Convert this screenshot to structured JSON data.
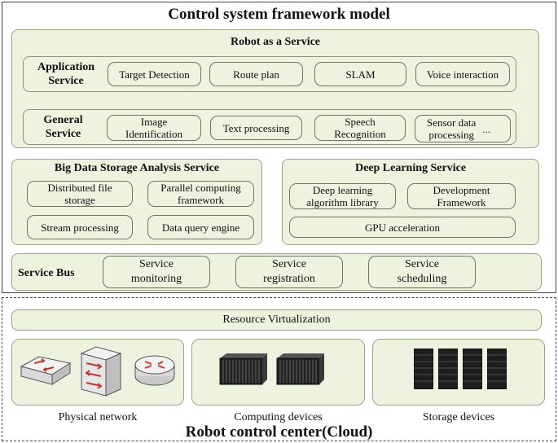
{
  "title": "Control system framework model",
  "robot_service": {
    "title": "Robot as a Service",
    "application": {
      "label": "Application\nService",
      "items": [
        "Target Detection",
        "Route plan",
        "SLAM",
        "Voice interaction"
      ]
    },
    "general": {
      "label": "General\nService",
      "items": [
        "Image\nIdentification",
        "Text processing",
        "Speech\nRecognition",
        "Sensor data\nprocessing"
      ],
      "ellipsis": "..."
    }
  },
  "big_data": {
    "title": "Big Data Storage Analysis Service",
    "items": [
      "Distributed file\nstorage",
      "Parallel computing\nframework",
      "Stream processing",
      "Data query engine"
    ]
  },
  "deep_learning": {
    "title": "Deep Learning  Service",
    "items": [
      "Deep learning\nalgorithm  library",
      "Development\nFramework",
      "GPU acceleration"
    ]
  },
  "service_bus": {
    "label": "Service Bus",
    "items": [
      "Service\nmonitoring",
      "Service\nregistration",
      "Service\nscheduling"
    ]
  },
  "cloud": {
    "title": "Robot control center(Cloud)",
    "resource_virtualization": "Resource Virtualization",
    "devices": [
      {
        "label": "Physical network",
        "icons": [
          "network-switch-icon",
          "layer3-switch-icon",
          "router-icon"
        ]
      },
      {
        "label": "Computing devices",
        "icons": [
          "blade-server-icon",
          "blade-server-icon"
        ]
      },
      {
        "label": "Storage devices",
        "icons": [
          "storage-array-icon",
          "storage-array-icon",
          "storage-array-icon",
          "storage-array-icon"
        ]
      }
    ]
  },
  "colors": {
    "panel_fill": "#eef3df",
    "border": "#6f7566"
  }
}
